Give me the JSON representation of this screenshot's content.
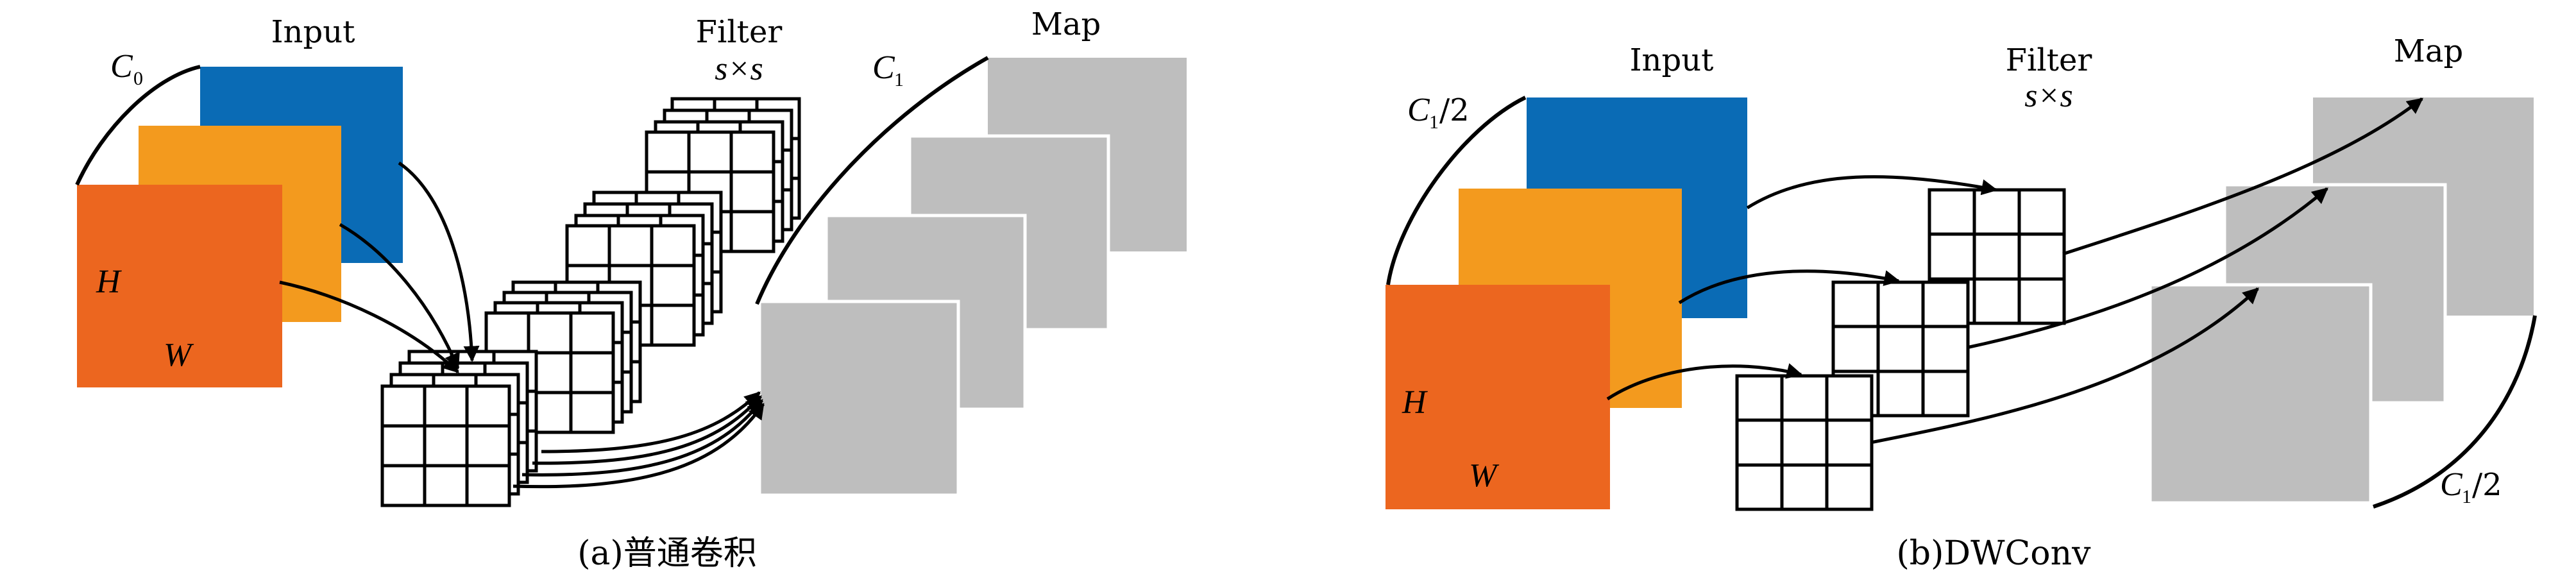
{
  "panel_a": {
    "input_label": "Input",
    "filter_label": "Filter",
    "filter_size": "s×s",
    "map_label": "Map",
    "c0_label": "C",
    "c0_sub": "0",
    "c1_label": "C",
    "c1_sub": "1",
    "h_label": "H",
    "w_label": "W",
    "caption": "(a)普通卷积"
  },
  "panel_b": {
    "input_label": "Input",
    "filter_label": "Filter",
    "filter_size": "s×s",
    "map_label": "Map",
    "c1_half_top": "C",
    "c1_half_top_sub": "1",
    "c1_half_top_tail": "/2",
    "c1_half_bottom": "C",
    "c1_half_bottom_sub": "1",
    "c1_half_bottom_tail": "/2",
    "h_label": "H",
    "w_label": "W",
    "caption": "(b)DWConv"
  },
  "colors": {
    "blue": "#0A6BB5",
    "orange": "#F39A1E",
    "red_orange": "#EC661F",
    "map_gray": "#BEBEBE"
  }
}
